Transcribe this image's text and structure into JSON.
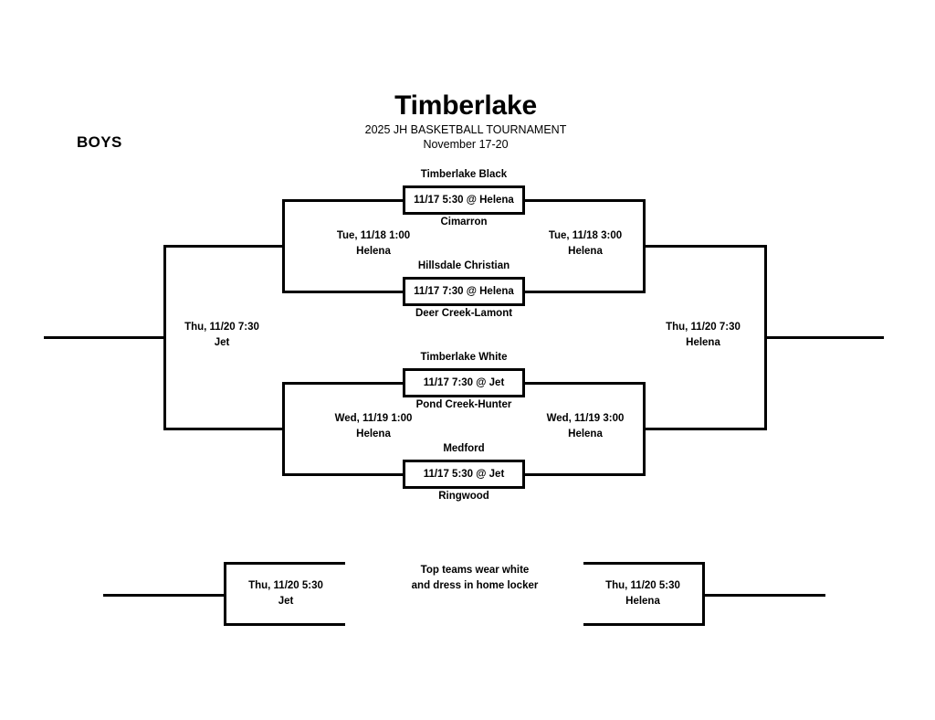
{
  "header": {
    "title": "Timberlake",
    "subtitle": "2025 JH BASKETBALL TOURNAMENT",
    "dates": "November 17-20",
    "division": "BOYS"
  },
  "bracket": {
    "round1": [
      {
        "id": "game-1",
        "team_top": "Timberlake Black",
        "team_bottom": "Cimarron",
        "time": "11/17 5:30 @ Helena"
      },
      {
        "id": "game-2",
        "team_top": "Hillsdale Christian",
        "team_bottom": "Deer Creek-Lamont",
        "time": "11/17 7:30 @ Helena"
      },
      {
        "id": "game-3",
        "team_top": "Timberlake White",
        "team_bottom": "Pond Creek-Hunter",
        "time": "11/17 7:30 @ Jet"
      },
      {
        "id": "game-4",
        "team_top": "Medford",
        "team_bottom": "Ringwood",
        "time": "11/17 5:30 @ Jet"
      }
    ],
    "round2": [
      {
        "id": "semi-upper-left",
        "datetime": "Tue, 11/18 1:00",
        "location": "Helena"
      },
      {
        "id": "semi-upper-right",
        "datetime": "Tue, 11/18 3:00",
        "location": "Helena"
      },
      {
        "id": "semi-lower-left",
        "datetime": "Wed, 11/19 1:00",
        "location": "Helena"
      },
      {
        "id": "semi-lower-right",
        "datetime": "Wed, 11/19 3:00",
        "location": "Helena"
      }
    ],
    "round3": [
      {
        "id": "final-left",
        "datetime": "Thu, 11/20 7:30",
        "location": "Jet"
      },
      {
        "id": "final-right",
        "datetime": "Thu, 11/20 7:30",
        "location": "Helena"
      }
    ],
    "consolation": [
      {
        "id": "consolation-left",
        "datetime": "Thu, 11/20 5:30",
        "location": "Jet"
      },
      {
        "id": "consolation-right",
        "datetime": "Thu, 11/20 5:30",
        "location": "Helena"
      }
    ]
  },
  "note": {
    "line1": "Top teams wear white",
    "line2": "and dress in home locker"
  }
}
